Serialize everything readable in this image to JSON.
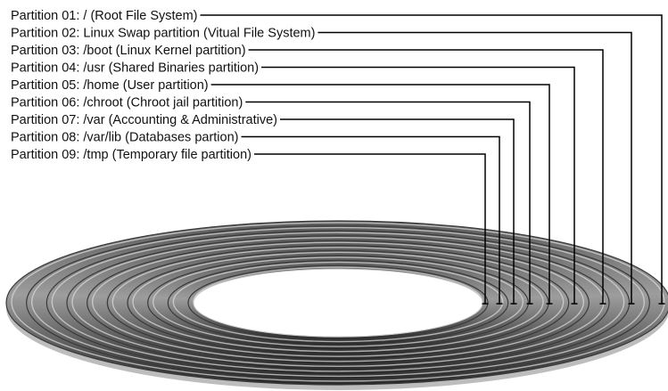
{
  "partitions": [
    {
      "number": "01",
      "label": "Partition 01: / (Root File System)"
    },
    {
      "number": "02",
      "label": "Partition 02: Linux Swap partition (Vitual File System)"
    },
    {
      "number": "03",
      "label": "Partition 03: /boot (Linux Kernel partition)"
    },
    {
      "number": "04",
      "label": "Partition 04: /usr (Shared Binaries partition)"
    },
    {
      "number": "05",
      "label": "Partition 05: /home (User partition)"
    },
    {
      "number": "06",
      "label": "Partition 06: /chroot (Chroot jail partition)"
    },
    {
      "number": "07",
      "label": "Partition 07: /var (Accounting & Administrative)"
    },
    {
      "number": "08",
      "label": "Partition 08: /var/lib (Databases partion)"
    },
    {
      "number": "09",
      "label": "Partition 09: /tmp (Temporary file partition)"
    }
  ],
  "colors": {
    "ring_dark": "#3a3a3a",
    "ring_light": "#d8d8d8",
    "leader_line": "#000000",
    "text": "#111111"
  }
}
